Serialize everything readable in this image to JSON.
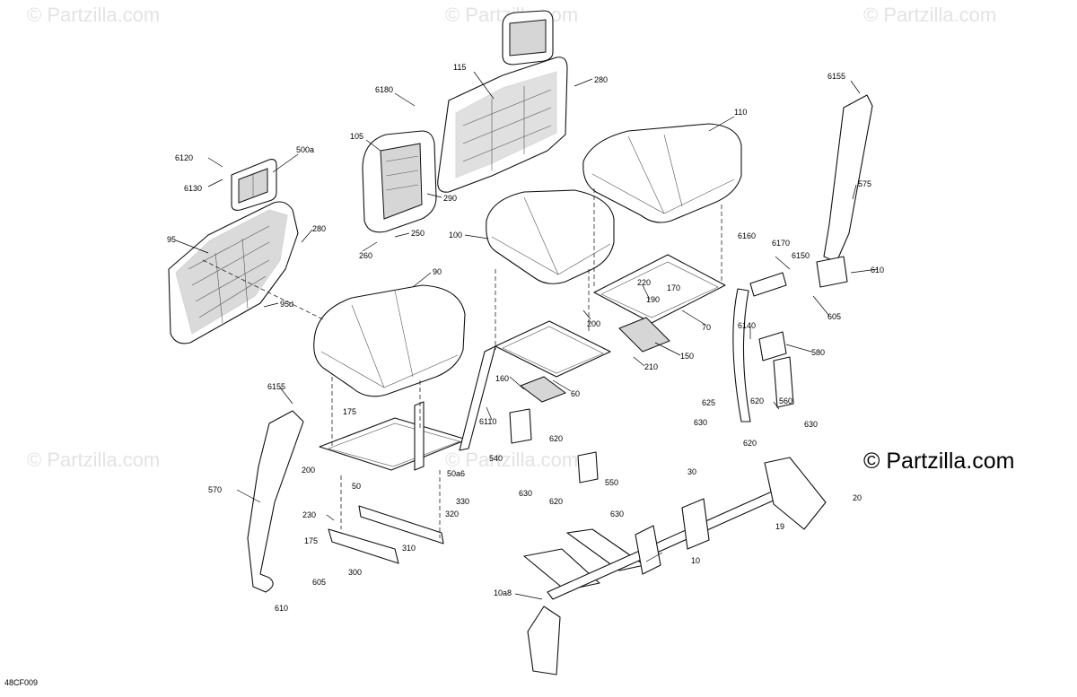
{
  "diagram_code": "48CF009",
  "watermark_text": "© Partzilla.com",
  "watermark_copyright_main": "© Partzilla.com",
  "callouts": [
    "115",
    "280",
    "6180",
    "105",
    "110",
    "6155",
    "6120",
    "500a",
    "6130",
    "290",
    "280",
    "250",
    "260",
    "95",
    "100",
    "575",
    "6160",
    "6170",
    "6150",
    "610",
    "95d",
    "90",
    "220",
    "190",
    "170",
    "605",
    "200",
    "70",
    "6140",
    "580",
    "150",
    "210",
    "160",
    "60",
    "6155",
    "175",
    "6110",
    "625",
    "620",
    "560",
    "630",
    "630",
    "620",
    "620",
    "540",
    "200",
    "50a6",
    "630",
    "550",
    "50",
    "30",
    "330",
    "20",
    "320",
    "620",
    "630",
    "570",
    "230",
    "175",
    "310",
    "10",
    "19",
    "300",
    "605",
    "10a8",
    "610"
  ]
}
